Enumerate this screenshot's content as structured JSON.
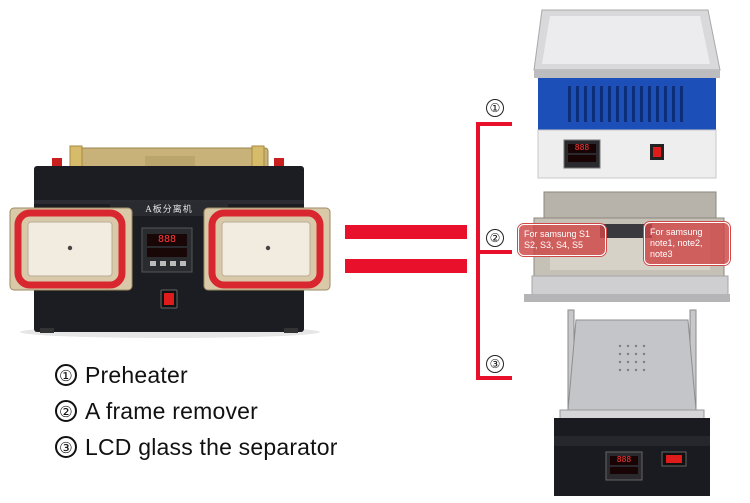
{
  "legend": {
    "items": [
      {
        "num": "①",
        "text": "Preheater"
      },
      {
        "num": "②",
        "text": "A frame remover"
      },
      {
        "num": "③",
        "text": "LCD glass the separator"
      }
    ]
  },
  "bracket_markers": [
    "①",
    "②",
    "③"
  ],
  "main_machine": {
    "panel_label": "A板分离机",
    "display": "888"
  },
  "preheater": {
    "display": "888"
  },
  "frame_remover": {
    "tag_left": {
      "line1": "For samsung S1",
      "line2": "S2, S3, S4, S5"
    },
    "tag_right": {
      "line1": "For samsung",
      "line2": "note1, note2, note3"
    }
  },
  "separator": {
    "display": "888"
  },
  "colors": {
    "accent_red": "#e8102a",
    "machine_black": "#1c1d22",
    "machine_gold": "#c9b27a",
    "preheater_blue": "#1d4fb8"
  }
}
